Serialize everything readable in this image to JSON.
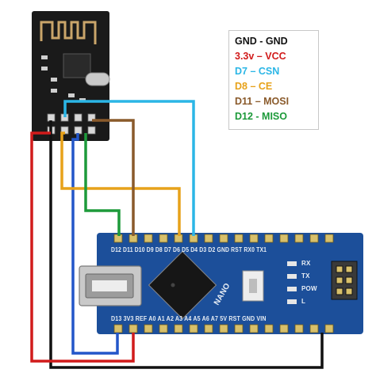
{
  "legend": [
    {
      "text": "GND - GND",
      "color": "#111111"
    },
    {
      "text": "3.3v – VCC",
      "color": "#d11b1b"
    },
    {
      "text": "D7 – CSN",
      "color": "#2bb6e6"
    },
    {
      "text": "D8 – CE",
      "color": "#e7a21a"
    },
    {
      "text": "D11 – MOSI",
      "color": "#8a5a2b"
    },
    {
      "text": "D12 - MISO",
      "color": "#1d9a3a"
    }
  ],
  "board": {
    "top_pins_label": "D12 D11 D10 D9 D8 D7 D6 D5 D4 D3 D2 GND RST RX0 TX1",
    "bottom_pins_label": "D13 3V3 REF A0 A1 A2 A3 A4 A5 A6 A7 5V RST GND VIN",
    "name_label": "NANO",
    "leds": [
      "RX",
      "TX",
      "POW",
      "L"
    ]
  },
  "colors": {
    "black": "#111111",
    "red": "#d11b1b",
    "blue": "#2356c9",
    "cyan": "#2bb6e6",
    "orange": "#e7a21a",
    "brown": "#8a5a2b",
    "green": "#1d9a3a",
    "board_blue": "#1c4f9a",
    "module_black": "#1a1a1a"
  }
}
